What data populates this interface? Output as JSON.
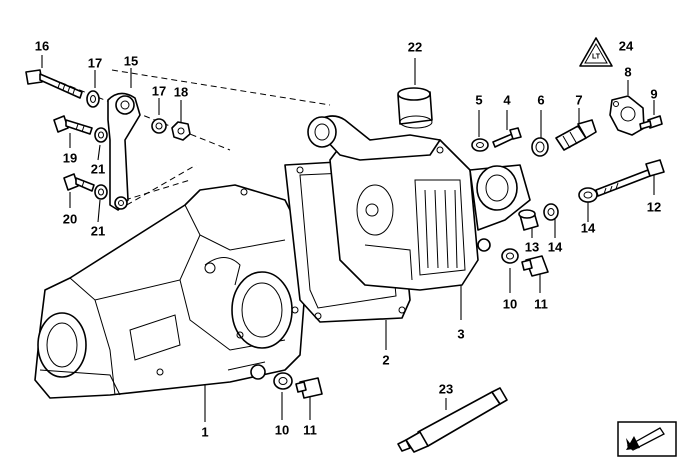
{
  "labels": {
    "l1": "1",
    "l2": "2",
    "l3": "3",
    "l4": "4",
    "l5": "5",
    "l6": "6",
    "l7": "7",
    "l8": "8",
    "l9": "9",
    "l10a": "10",
    "l10b": "10",
    "l11a": "11",
    "l11b": "11",
    "l12": "12",
    "l13": "13",
    "l14a": "14",
    "l14b": "14",
    "l15": "15",
    "l16": "16",
    "l17a": "17",
    "l17b": "17",
    "l18": "18",
    "l19": "19",
    "l20": "20",
    "l21a": "21",
    "l21b": "21",
    "l22": "22",
    "l23": "23",
    "l24": "24"
  },
  "warning_triangle_text": "LT"
}
